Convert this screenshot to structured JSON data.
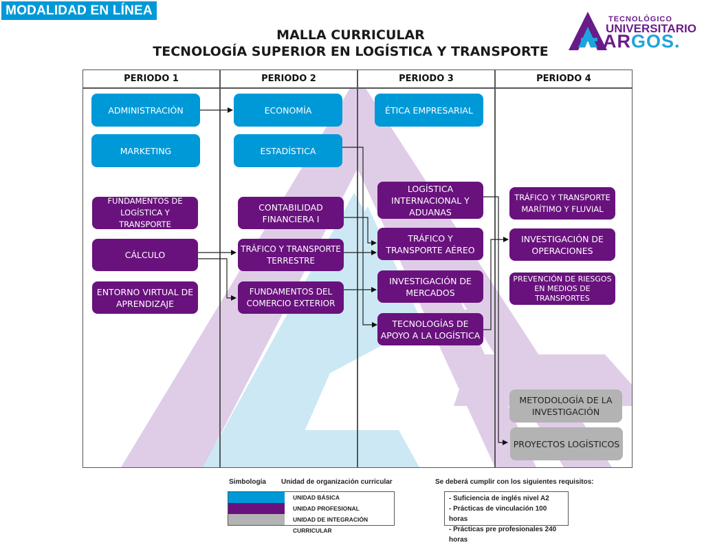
{
  "modalidad_label": "MODALIDAD EN LÍNEA",
  "title_line1": "MALLA CURRICULAR",
  "title_line2": "TECNOLOGÍA SUPERIOR EN LOGÍSTICA Y TRANSPORTE",
  "logo": {
    "line1": "TECNOLÓGICO",
    "line2": "UNIVERSITARIO",
    "line3_a": "AR",
    "line3_b": "GOS.",
    "icon": "argos-triangle-logo"
  },
  "colors": {
    "basic": "#0099d8",
    "professional": "#69127d",
    "integration": "#b3b3b3"
  },
  "periods": [
    {
      "label": "PERIODO 1"
    },
    {
      "label": "PERIODO 2"
    },
    {
      "label": "PERIODO 3"
    },
    {
      "label": "PERIODO 4"
    }
  ],
  "courses": {
    "administracion": "ADMINISTRACIÓN",
    "marketing": "MARKETING",
    "fundamentos_logistica": "FUNDAMENTOS DE LOGÍSTICA Y TRANSPORTE",
    "calculo": "CÁLCULO",
    "entorno_virtual": "ENTORNO VIRTUAL DE APRENDIZAJE",
    "economia": "ECONOMÍA",
    "estadistica": "ESTADÍSTICA",
    "contabilidad": "CONTABILIDAD FINANCIERA I",
    "trafico_terrestre": "TRÁFICO Y TRANSPORTE TERRESTRE",
    "fundamentos_comercio": "FUNDAMENTOS DEL COMERCIO EXTERIOR",
    "etica": "ÉTICA EMPRESARIAL",
    "logistica_internacional": "LOGÍSTICA INTERNACIONAL Y ADUANAS",
    "trafico_aereo": "TRÁFICO Y TRANSPORTE AÉREO",
    "investigacion_mercados": "INVESTIGACIÓN DE MERCADOS",
    "tecnologias_apoyo": "TECNOLOGÍAS DE APOYO A LA LOGÍSTICA",
    "trafico_maritimo": "TRÁFICO Y TRANSPORTE MARÍTIMO Y FLUVIAL",
    "investigacion_operaciones": "INVESTIGACIÓN DE OPERACIONES",
    "prevencion_riesgos": "PREVENCIÓN DE RIESGOS EN MEDIOS DE TRANSPORTES",
    "metodologia": "METODOLOGÍA DE LA INVESTIGACIÓN",
    "proyectos": "PROYECTOS LOGÍSTICOS"
  },
  "legend": {
    "simbologia": "Simbología",
    "unidad_header": "Unidad de organización  curricular",
    "items": [
      {
        "label": "UNIDAD BÁSICA",
        "color": "#0099d8"
      },
      {
        "label": "UNIDAD PROFESIONAL",
        "color": "#69127d"
      },
      {
        "label": "UNIDAD DE INTEGRACIÓN CURRICULAR",
        "color": "#b3b3b3"
      }
    ]
  },
  "requirements": {
    "header": "Se deberá cumplir con los siguientes requisitos:",
    "items": [
      "- Suficiencia de inglés nivel A2",
      "- Prácticas de vinculación 100 horas",
      "- Prácticas pre profesionales 240 horas"
    ]
  }
}
